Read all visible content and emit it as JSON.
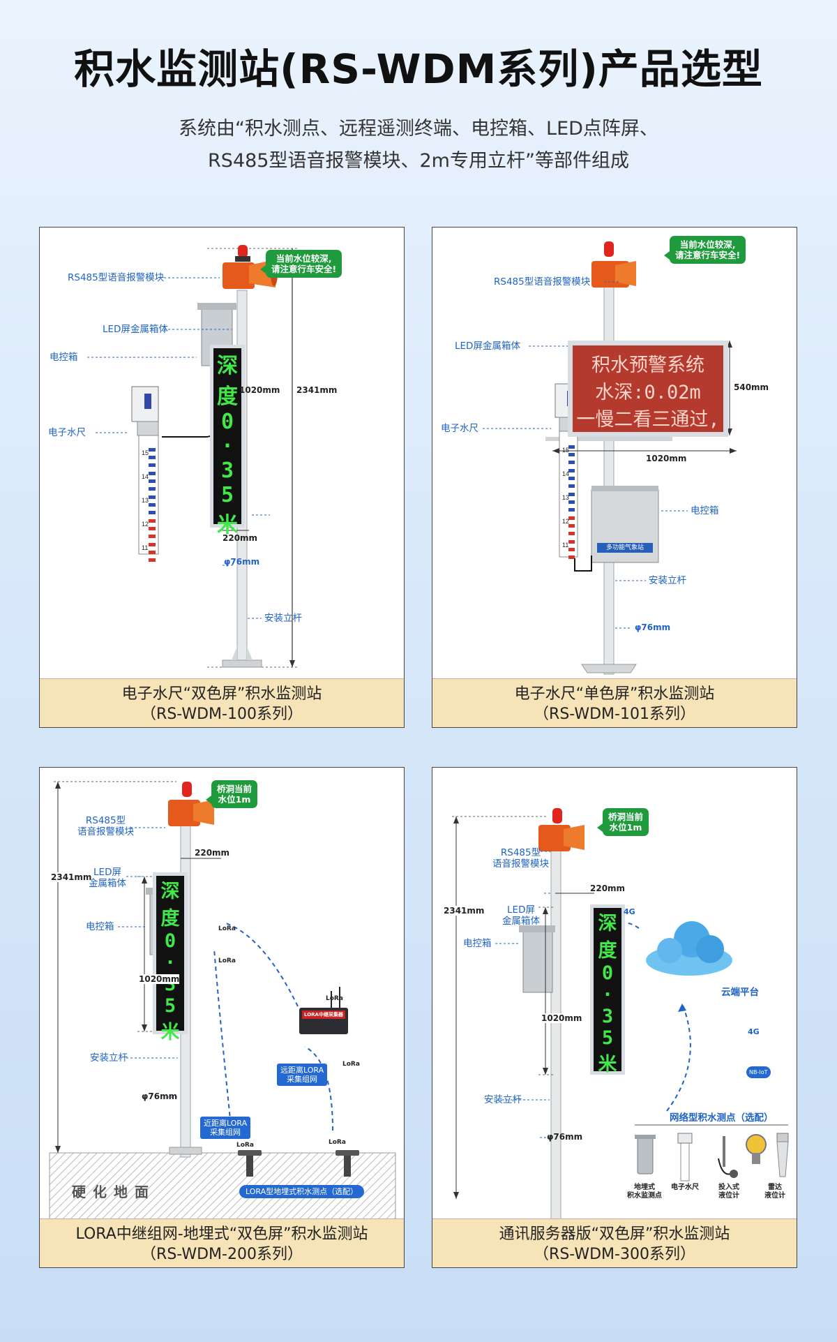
{
  "header": {
    "title": "积水监测站(RS-WDM系列)产品选型",
    "subtitle_line1": "系统由“积水测点、远程遥测终端、电控箱、LED点阵屏、",
    "subtitle_line2": "RS485型语音报警模块、2m专用立杆”等部件组成"
  },
  "panels": [
    {
      "caption_line1": "电子水尺“双色屏”积水监测站",
      "caption_line2": "（RS-WDM-100系列）",
      "bubble": "当前水位较深,\n请注意行车安全!",
      "labels": {
        "alarm": "RS485型语音报警模块",
        "led_box": "LED屏金属箱体",
        "control_box": "电控箱",
        "gauge": "电子水尺",
        "pole": "安装立杆"
      },
      "dims": {
        "height": "2341mm",
        "screen": "1020mm",
        "width": "220mm",
        "diameter": "φ76mm"
      },
      "led_chars": [
        "深",
        "度",
        "0",
        "·",
        "3",
        "5",
        "米"
      ],
      "gauge_marks": [
        "15",
        "14",
        "13",
        "12",
        "11"
      ]
    },
    {
      "caption_line1": "电子水尺“单色屏”积水监测站",
      "caption_line2": "（RS-WDM-101系列）",
      "bubble": "当前水位较深,\n请注意行车安全!",
      "labels": {
        "alarm": "RS485型语音报警模块",
        "led_box": "LED屏金属箱体",
        "gauge": "电子水尺",
        "control_box": "电控箱",
        "pole": "安装立杆"
      },
      "dims": {
        "screen_h": "540mm",
        "screen_w": "1020mm",
        "diameter": "φ76mm"
      },
      "led_lines": [
        "积水预警系统",
        "水深:0.02m",
        "一慢二看三通过,"
      ],
      "control_box_text": "多功能气象站",
      "gauge_marks": [
        "15",
        "14",
        "13",
        "12",
        "11"
      ]
    },
    {
      "caption_line1": "LORA中继组网-地埋式“双色屏”积水监测站",
      "caption_line2": "（RS-WDM-200系列）",
      "bubble": "桥洞当前\n水位1m",
      "labels": {
        "alarm": "RS485型\n语音报警模块",
        "led_box": "LED屏\n金属箱体",
        "control_box": "电控箱",
        "pole": "安装立杆"
      },
      "dims": {
        "height": "2341mm",
        "width": "220mm",
        "screen": "1020mm",
        "diameter": "φ76mm"
      },
      "led_chars": [
        "深",
        "度",
        "0",
        "·",
        "3",
        "5",
        "米"
      ],
      "lora": "LoRa",
      "repeater_text": "LORA中继采集器",
      "tag_far": "远距离LORA\n采集组网",
      "tag_near": "近距离LORA\n采集组网",
      "ground": "硬化地面",
      "tag_buried": "LORA型地埋式积水测点（选配）"
    },
    {
      "caption_line1": "通讯服务器版“双色屏”积水监测站",
      "caption_line2": "（RS-WDM-300系列）",
      "bubble": "桥洞当前\n水位1m",
      "labels": {
        "alarm": "RS485型\n语音报警模块",
        "led_box": "LED屏\n金属箱体",
        "control_box": "电控箱",
        "pole": "安装立杆",
        "cloud": "云端平台",
        "network_points": "网络型积水测点（选配）"
      },
      "dims": {
        "height": "2341mm",
        "width": "220mm",
        "screen": "1020mm",
        "diameter": "φ76mm"
      },
      "led_chars": [
        "深",
        "度",
        "0",
        "·",
        "3",
        "5",
        "米"
      ],
      "net_4g": "4G",
      "net_nbiot": "NB-IoT",
      "devices": [
        "地埋式\n积水监测点",
        "电子水尺",
        "投入式\n液位计",
        "雷达\n液位计"
      ]
    }
  ],
  "colors": {
    "label_blue": "#1f63c6",
    "bubble_green": "#1f9a3c",
    "caption_bg": "#f6e3b7",
    "alarm_orange": "#e55a1c",
    "led_green": "#41e848",
    "led_red_bg": "#b43a2d"
  }
}
